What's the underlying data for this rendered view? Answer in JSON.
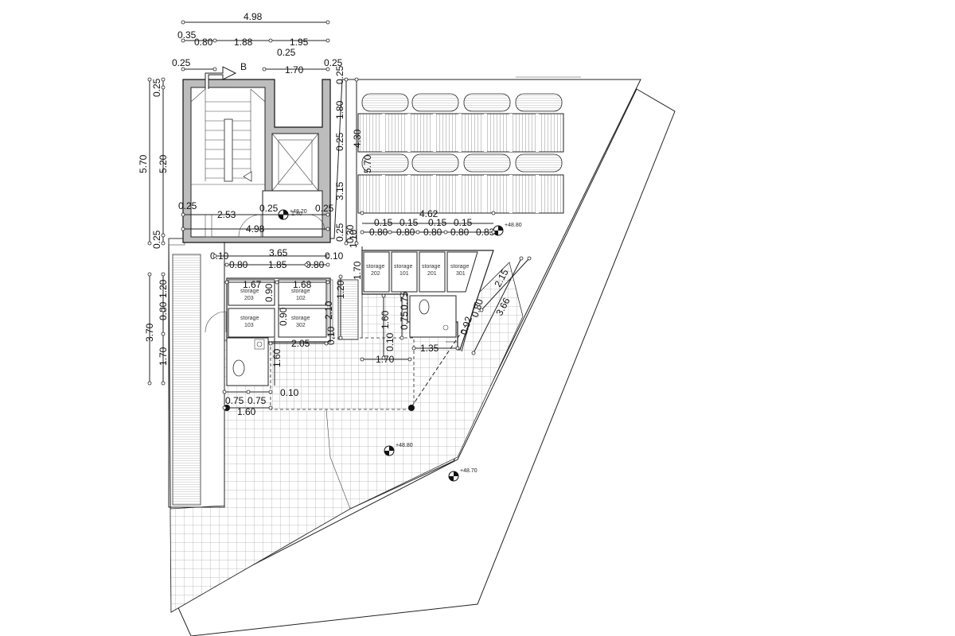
{
  "marker": "B",
  "dimensions": {
    "top_total": "4.98",
    "top_row2": [
      "0.35",
      "0.80",
      "1.88",
      "1.95"
    ],
    "top_row3": [
      "0.25",
      "0.25",
      "1.70",
      "0.25"
    ],
    "left_outer": "5.70",
    "left_inner_top": "0.25",
    "left_inner_mid": "5.20",
    "left_inner_bot": "0.25",
    "stair_bottom": [
      "0.25",
      "2.53",
      "0.25",
      "0.25"
    ],
    "stair_width": "4.98",
    "stair_small": "1.40",
    "core_right": [
      "0.25",
      "1.80",
      "0.25",
      "3.15",
      "0.25",
      "0.30"
    ],
    "core_right_tall": [
      "4.30",
      "5.70"
    ],
    "parking_width": "4.62",
    "storage_top_gaps": [
      "0.15",
      "0.15",
      "0.15",
      "0.15"
    ],
    "storage_top_widths": [
      "0.80",
      "0.80",
      "0.80",
      "0.80",
      "0.83"
    ],
    "lower_top": [
      "3.65",
      "0.10",
      "0.80",
      "1.85",
      "0.80",
      "0.10"
    ],
    "lower_widths": [
      "1.67",
      "1.68"
    ],
    "left_lower": [
      "3.70",
      "1.20",
      "0.80",
      "1.70"
    ],
    "storage_heights": [
      "0.90",
      "0.90",
      "1.20",
      "1.10",
      "1.70"
    ],
    "mid": [
      "2.05",
      "1.60",
      "2.10",
      "0.75",
      "0.10",
      "0.10",
      "1.60",
      "0.75",
      "1.70",
      "1.35"
    ],
    "bottom_left": [
      "0.75",
      "0.75",
      "0.10",
      "1.60"
    ],
    "diag": [
      "2.15",
      "3.66",
      "0.92",
      "0.80"
    ]
  },
  "storage_rooms": [
    {
      "label": "storage",
      "number": "202"
    },
    {
      "label": "storage",
      "number": "101"
    },
    {
      "label": "storage",
      "number": "201"
    },
    {
      "label": "storage",
      "number": "301"
    },
    {
      "label": "storage",
      "number": "203"
    },
    {
      "label": "storage",
      "number": "102"
    },
    {
      "label": "storage",
      "number": "103"
    },
    {
      "label": "storage",
      "number": "302"
    }
  ],
  "levels": [
    "+48.80",
    "+48.80",
    "+48.70",
    "+48.20"
  ],
  "colors": {
    "line": "#222222",
    "wall_fill": "#bdbdbd",
    "paper": "#ffffff"
  }
}
